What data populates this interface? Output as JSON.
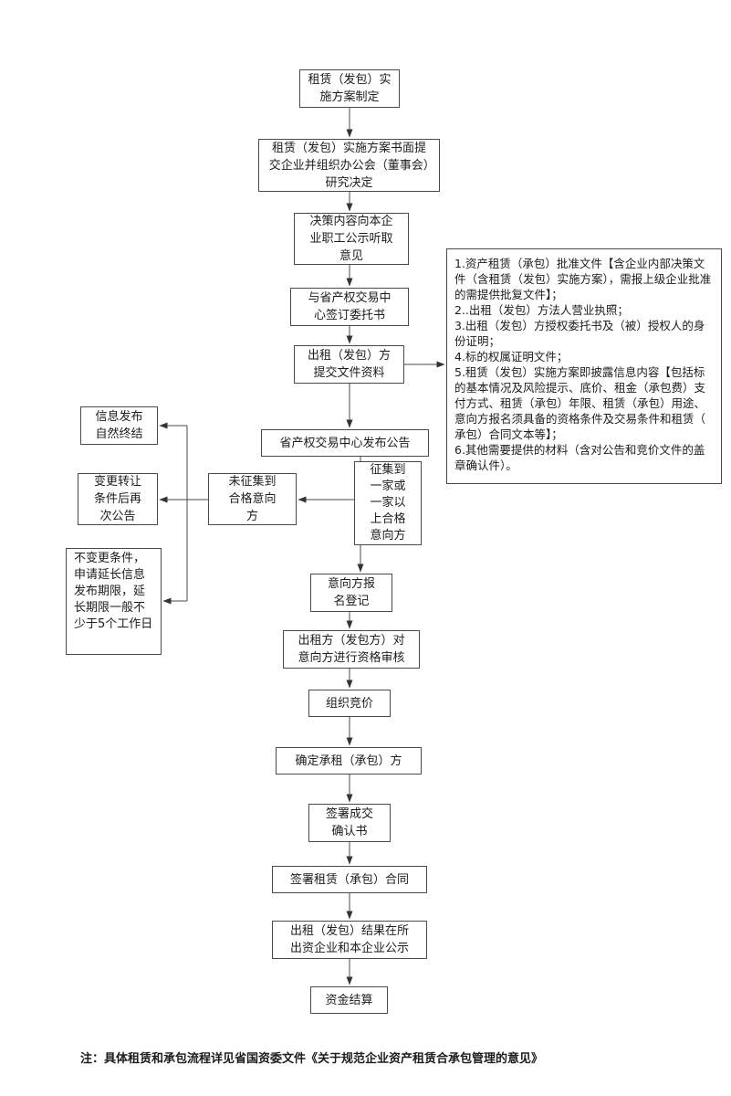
{
  "flowchart": {
    "nodes": {
      "plan": {
        "label": "租赁（发包）实施方案制定"
      },
      "submit": {
        "label": "租赁（发包）实施方案书面提交企业并组织办公会（董事会）研究决定"
      },
      "publicity": {
        "label": "决策内容向本企业职工公示听取意见"
      },
      "entrust": {
        "label": "与省产权交易中心签订委托书"
      },
      "documents": {
        "label": "出租（发包）方提交文件资料"
      },
      "docs_list": {
        "label": "1.资产租赁（承包）批准文件【含企业内部决策文件（含租赁（发包）实施方案），需报上级企业批准的需提供批复文件】；\n2..出租（发包）方法人营业执照；\n3.出租（发包）方授权委托书及（被）授权人的身份证明；\n4.标的权属证明文件；\n5.租赁（发包）实施方案即披露信息内容【包括标的基本情况及风险提示、底价、租金（承包费）支付方式、租赁（承包）年限、租赁（承包）用途、意向方报名须具备的资格条件及交易条件和租赁（承包）合同文本等】；\n6.其他需要提供的材料（含对公告和竞价文件的盖章确认件）。"
      },
      "announce": {
        "label": "省产权交易中心发布公告"
      },
      "no_intent": {
        "label": "未征集到合格意向方"
      },
      "has_intent": {
        "label": "征集到一家或一家以上合格意向方"
      },
      "terminate": {
        "label": "信息发布自然终结"
      },
      "change_terms": {
        "label": "变更转让条件后再次公告"
      },
      "extend": {
        "label": "不变更条件，申请延长信息发布期限，延长期限一般不少于5个工作日"
      },
      "register": {
        "label": "意向方报名登记"
      },
      "review": {
        "label": "出租方（发包方）对意向方进行资格审核"
      },
      "bidding": {
        "label": "组织竞价"
      },
      "determine": {
        "label": "确定承租（承包）方"
      },
      "confirm": {
        "label": "签署成交确认书"
      },
      "contract": {
        "label": "签署租赁（承包）合同"
      },
      "publish_result": {
        "label": "出租（发包）结果在所出资企业和本企业公示"
      },
      "settlement": {
        "label": "资金结算"
      }
    },
    "footer_note": "注：具体租赁和承包流程详见省国资委文件《关于规范企业资产租赁合承包管理的意见》",
    "colors": {
      "line": "#4a4a4a",
      "border": "#4a4a4a",
      "text": "#1c1c1c",
      "background": "#ffffff"
    }
  }
}
